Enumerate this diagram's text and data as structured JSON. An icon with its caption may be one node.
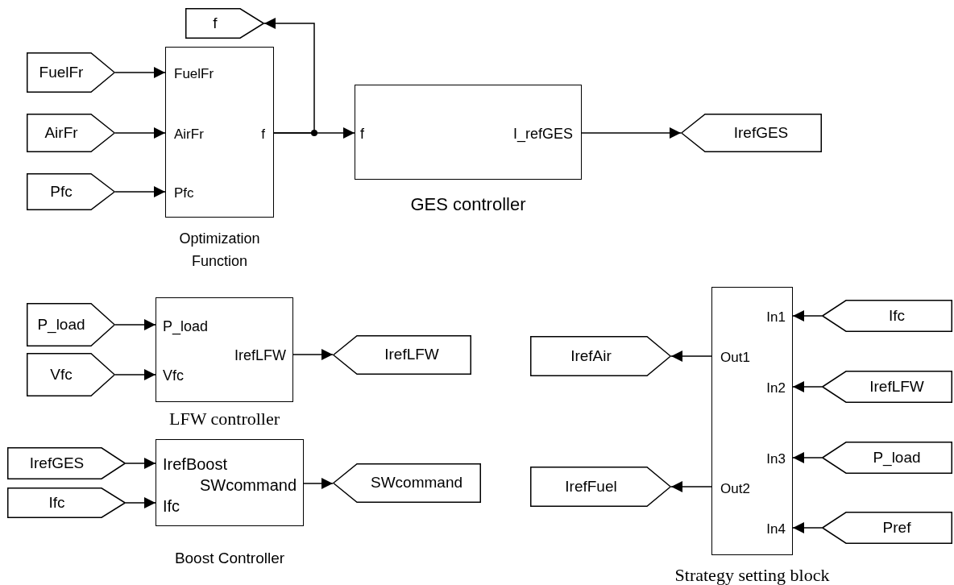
{
  "diagram": {
    "nodes": [
      {
        "text": [
          "f"
        ]
      },
      {
        "text": [
          "FuelFr"
        ]
      },
      {
        "text": [
          "AirFr"
        ]
      },
      {
        "text": [
          "Pfc"
        ]
      },
      {
        "text": [
          "FuelFr",
          "AirFr",
          "Pfc",
          "f"
        ],
        "beside": [
          "Optimization Function"
        ]
      },
      {
        "text": [
          "f",
          "I_refGES"
        ],
        "beside": [
          "GES controller"
        ]
      },
      {
        "text": [
          "IrefGES"
        ]
      },
      {
        "text": [
          "P_load"
        ]
      },
      {
        "text": [
          "Vfc"
        ]
      },
      {
        "text": [
          "P_load",
          "Vfc",
          "IrefLFW"
        ],
        "beside": [
          "LFW controller"
        ]
      },
      {
        "text": [
          "IrefLFW"
        ]
      },
      {
        "text": [
          "IrefAir"
        ]
      },
      {
        "text": [
          "In1",
          "Out1",
          "In2",
          "In3",
          "Out2",
          "In4"
        ],
        "beside": [
          "Strategy setting block"
        ]
      },
      {
        "text": [
          "Ifc"
        ]
      },
      {
        "text": [
          "IrefLFW"
        ]
      },
      {
        "text": [
          "P_load"
        ]
      },
      {
        "text": [
          "Pref"
        ]
      },
      {
        "text": [
          "IrefFuel"
        ]
      },
      {
        "text": [
          "IrefGES"
        ]
      },
      {
        "text": [
          "Ifc"
        ]
      },
      {
        "text": [
          "IrefBoost",
          "SWcommand",
          "Ifc"
        ],
        "beside": [
          "Boost Controller"
        ]
      },
      {
        "text": [
          "SWcommand"
        ]
      }
    ],
    "edges": [
      {
        "from": 1,
        "to": 4,
        "arrow": "to"
      },
      {
        "from": 2,
        "to": 4,
        "arrow": "to"
      },
      {
        "from": 3,
        "to": 4,
        "arrow": "to"
      },
      {
        "from": 4,
        "to": 5,
        "arrow": "to"
      },
      {
        "from": 4,
        "to": 0,
        "arrow": "to"
      },
      {
        "from": 5,
        "to": 6,
        "arrow": "to"
      },
      {
        "from": 7,
        "to": 9,
        "arrow": "to"
      },
      {
        "from": 8,
        "to": 9,
        "arrow": "to"
      },
      {
        "from": 9,
        "to": 10,
        "arrow": "to"
      },
      {
        "from": 13,
        "to": 12,
        "arrow": "to"
      },
      {
        "from": 14,
        "to": 12,
        "arrow": "to"
      },
      {
        "from": 15,
        "to": 12,
        "arrow": "to"
      },
      {
        "from": 16,
        "to": 12,
        "arrow": "to"
      },
      {
        "from": 12,
        "to": 11,
        "arrow": "to"
      },
      {
        "from": 12,
        "to": 17,
        "arrow": "to"
      },
      {
        "from": 18,
        "to": 20,
        "arrow": "to"
      },
      {
        "from": 19,
        "to": 20,
        "arrow": "to"
      },
      {
        "from": 20,
        "to": 21,
        "arrow": "to"
      }
    ]
  }
}
